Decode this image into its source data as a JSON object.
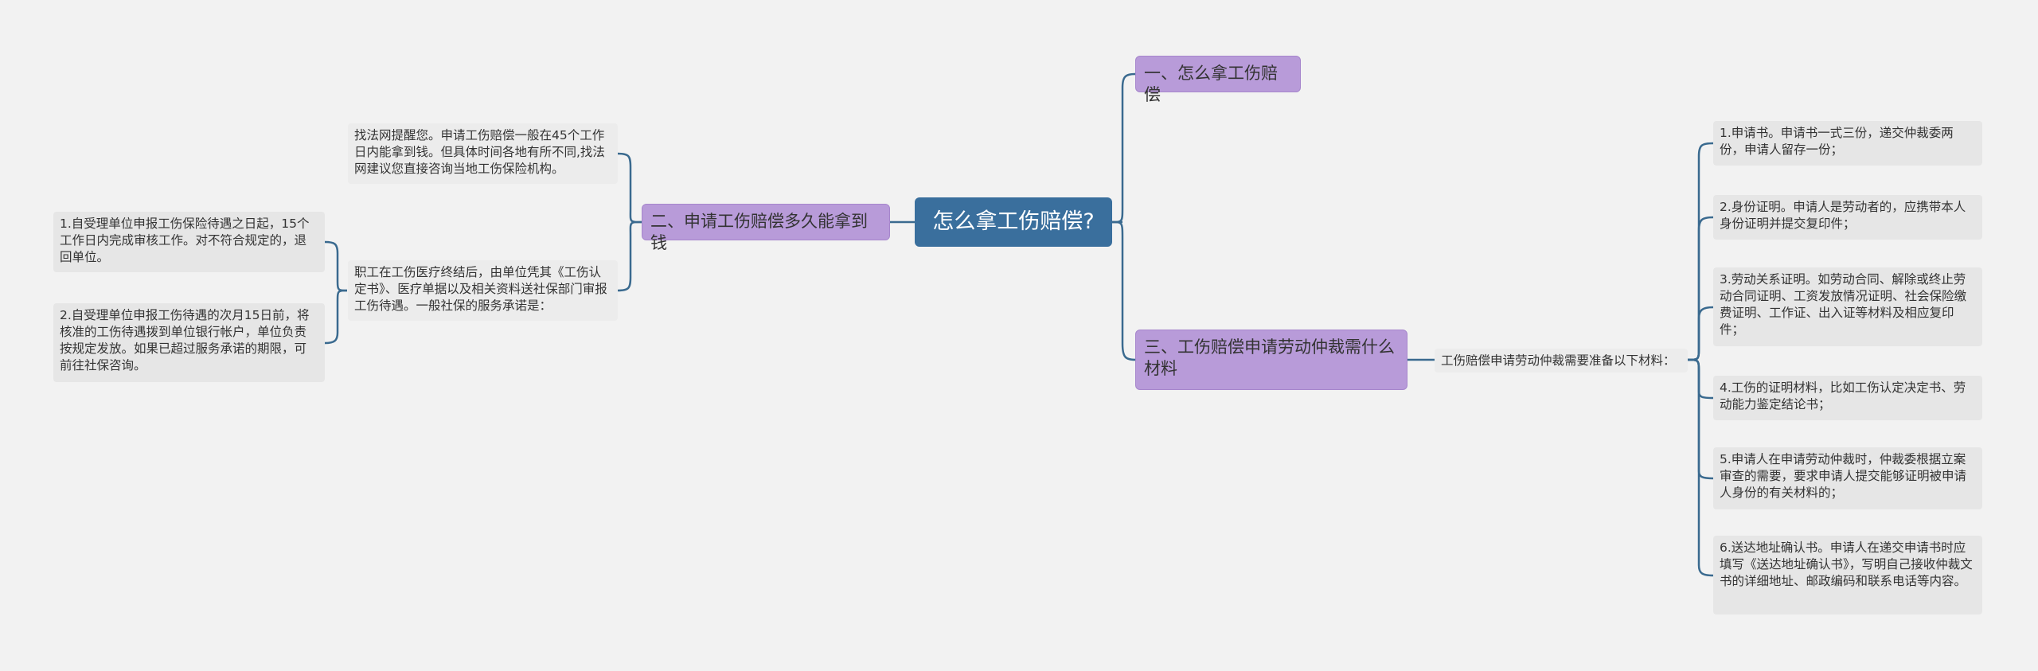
{
  "root": {
    "label": "怎么拿工伤赔偿?"
  },
  "branch1": {
    "label": "一、怎么拿工伤赔偿"
  },
  "branch2": {
    "label": "二、申请工伤赔偿多久能拿到钱",
    "note1": "找法网提醒您。申请工伤赔偿一般在45个工作日内能拿到钱。但具体时间各地有所不同,找法网建议您直接咨询当地工伤保险机构。",
    "note2": "职工在工伤医疗终结后，由单位凭其《工伤认定书》、医疗单据以及相关资料送社保部门审报工伤待遇。一般社保的服务承诺是：",
    "sub1": "1.自受理单位申报工伤保险待遇之日起，15个工作日内完成审核工作。对不符合规定的，退回单位。",
    "sub2": "2.自受理单位申报工伤待遇的次月15日前，将核准的工伤待遇拨到单位银行帐户，单位负责按规定发放。如果已超过服务承诺的期限，可前往社保咨询。"
  },
  "branch3": {
    "label": "三、工伤赔偿申请劳动仲裁需什么材料",
    "intro": "工伤赔偿申请劳动仲裁需要准备以下材料：",
    "items": [
      "1.申请书。申请书一式三份，递交仲裁委两份，申请人留存一份；",
      "2.身份证明。申请人是劳动者的，应携带本人身份证明并提交复印件；",
      "3.劳动关系证明。如劳动合同、解除或终止劳动合同证明、工资发放情况证明、社会保险缴费证明、工作证、出入证等材料及相应复印件；",
      "4.工伤的证明材料，比如工伤认定决定书、劳动能力鉴定结论书；",
      "5.申请人在申请劳动仲裁时，仲裁委根据立案审查的需要，要求申请人提交能够证明被申请人身份的有关材料的；",
      "6.送达地址确认书。申请人在递交申请书时应填写《送达地址确认书》，写明自己接收仲裁文书的详细地址、邮政编码和联系电话等内容。"
    ]
  },
  "colors": {
    "background": "#f2f2f2",
    "root": "#3a6f9d",
    "branch": "#b89bd9",
    "leaf": "#e6e6e6",
    "connector": "#3a6a8f"
  }
}
